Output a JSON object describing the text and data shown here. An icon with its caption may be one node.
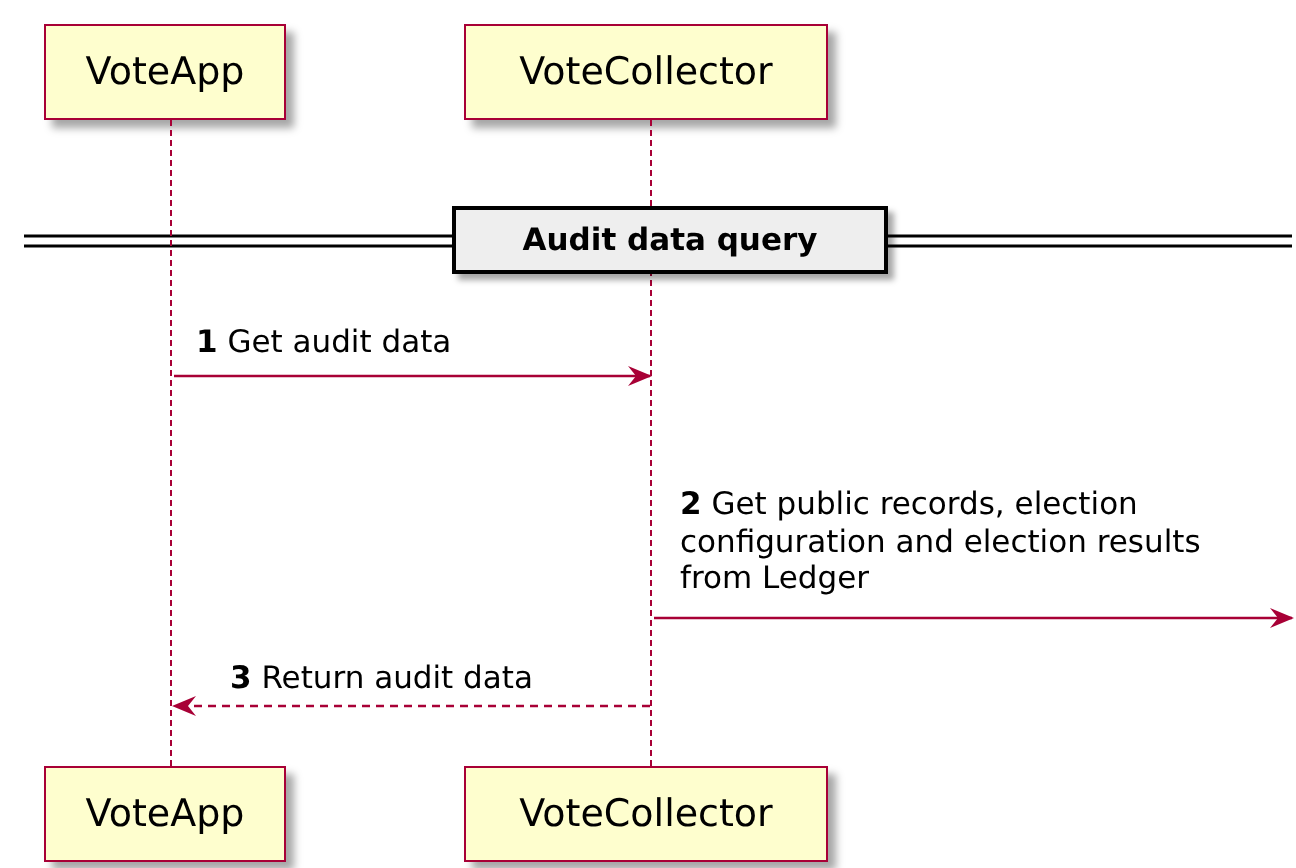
{
  "diagram": {
    "nodes": [
      {
        "text": [
          "VoteApp"
        ]
      },
      {
        "text": [
          "VoteCollector"
        ]
      },
      {
        "text": [],
        "shape": "bar"
      },
      {
        "text": [],
        "shape": "bar"
      },
      {
        "text": [
          "Audit data query"
        ]
      },
      {
        "text": [
          "VoteApp"
        ]
      },
      {
        "text": [
          "VoteCollector"
        ]
      }
    ],
    "edges": [
      {
        "from": 2,
        "to": 3,
        "arrow": "to",
        "label": "**1** Get audit data"
      },
      {
        "from": 3,
        "to": null,
        "arrow": "to",
        "label": "**2** Get public records, election configuration and election results from Ledger"
      },
      {
        "from": 3,
        "to": 2,
        "arrow": "to",
        "style": "dashed",
        "label": "**3** Return audit data"
      }
    ]
  }
}
